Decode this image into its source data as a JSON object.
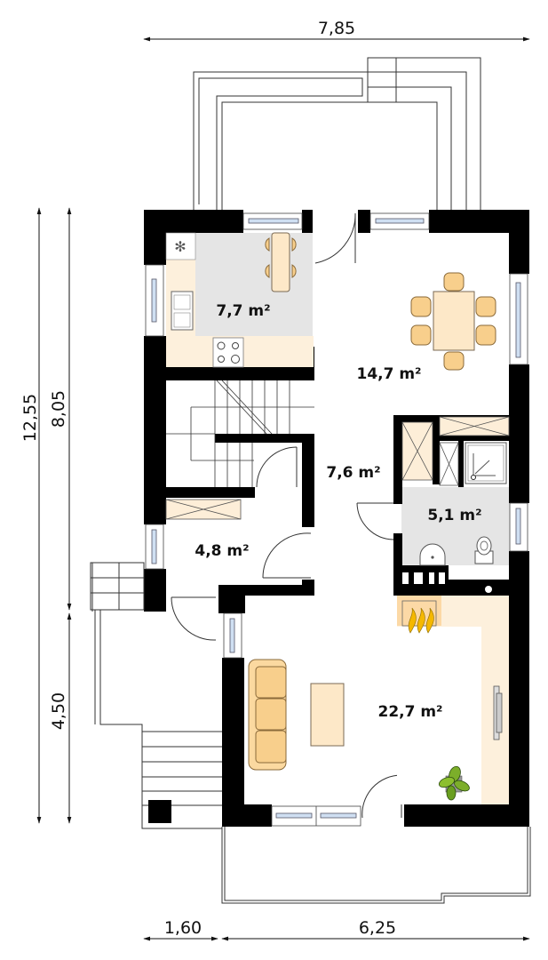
{
  "plan": {
    "type": "floor-plan",
    "units": "m",
    "dimensions": {
      "top_width": "7,85",
      "left_total": "12,55",
      "left_upper": "8,05",
      "left_lower": "4,50",
      "bottom_left": "1,60",
      "bottom_right": "6,25"
    },
    "rooms": [
      {
        "id": "kitchen",
        "area": "7,7 m²",
        "furniture": [
          "sink",
          "stove",
          "hood",
          "dining-bar-with-4-chairs"
        ]
      },
      {
        "id": "dining",
        "area": "14,7 m²",
        "furniture": [
          "table-with-6-chairs"
        ]
      },
      {
        "id": "hall",
        "area": "7,6 m²"
      },
      {
        "id": "bathroom",
        "area": "5,1 m²",
        "furniture": [
          "shower",
          "washbasin",
          "toilet"
        ]
      },
      {
        "id": "vestibule",
        "area": "4,8 m²"
      },
      {
        "id": "living",
        "area": "22,7 m²",
        "furniture": [
          "sofa",
          "coffee-table",
          "fireplace",
          "tv",
          "plant"
        ]
      }
    ],
    "colors": {
      "wall": "#000000",
      "floor_tile": "#e5e5e5",
      "furniture": "#f8cf8c",
      "built_in": "#fdf0dc",
      "window_glass": "#cfdff2",
      "flame": "#f5b800"
    }
  }
}
